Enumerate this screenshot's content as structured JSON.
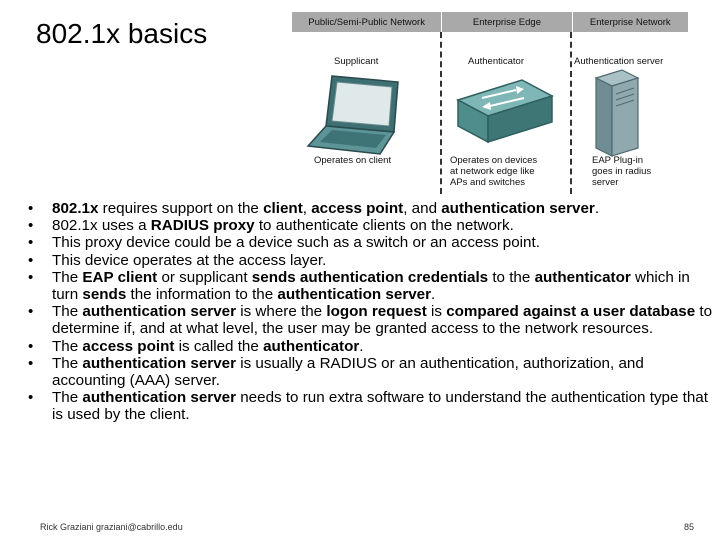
{
  "title": "802.1x basics",
  "diagram": {
    "zones": [
      "Public/Semi-Public Network",
      "Enterprise Edge",
      "Enterprise Network"
    ],
    "roles": [
      "Supplicant",
      "Authenticator",
      "Authentication server"
    ],
    "captions": {
      "client": "Operates on client",
      "authenticator": [
        "Operates on devices",
        "at network edge like",
        "APs and switches"
      ],
      "server": [
        "EAP Plug-in",
        "goes in radius",
        "server"
      ]
    }
  },
  "bullets": [
    [
      {
        "t": "802.1x",
        "b": true
      },
      {
        "t": " requires support on the "
      },
      {
        "t": "client",
        "b": true
      },
      {
        "t": ", "
      },
      {
        "t": "access point",
        "b": true
      },
      {
        "t": ", and "
      },
      {
        "t": "authentication server",
        "b": true
      },
      {
        "t": "."
      }
    ],
    [
      {
        "t": "802.1x uses a "
      },
      {
        "t": "RADIUS proxy",
        "b": true
      },
      {
        "t": " to authenticate clients on the network."
      }
    ],
    [
      {
        "t": "This proxy device could be a device such as a switch or an access point."
      }
    ],
    [
      {
        "t": "This device operates at the access layer."
      }
    ],
    [
      {
        "t": "The "
      },
      {
        "t": "EAP client",
        "b": true
      },
      {
        "t": " or supplicant "
      },
      {
        "t": "sends authentication credentials",
        "b": true
      },
      {
        "t": " to the "
      },
      {
        "t": "authenticator",
        "b": true
      },
      {
        "t": " which in turn "
      },
      {
        "t": "sends",
        "b": true
      },
      {
        "t": " the information to the "
      },
      {
        "t": "authentication server",
        "b": true
      },
      {
        "t": "."
      }
    ],
    [
      {
        "t": "The "
      },
      {
        "t": "authentication server",
        "b": true
      },
      {
        "t": " is where the "
      },
      {
        "t": "logon request",
        "b": true
      },
      {
        "t": " is "
      },
      {
        "t": "compared against a user database",
        "b": true
      },
      {
        "t": " to determine if, and at what level, the user may be granted access to the network resources."
      }
    ],
    [
      {
        "t": "The "
      },
      {
        "t": "access point",
        "b": true
      },
      {
        "t": " is called the "
      },
      {
        "t": "authenticator",
        "b": true
      },
      {
        "t": "."
      }
    ],
    [
      {
        "t": "The "
      },
      {
        "t": "authentication server",
        "b": true
      },
      {
        "t": " is usually a RADIUS or an authentication, authorization, and accounting (AAA) server."
      }
    ],
    [
      {
        "t": "The "
      },
      {
        "t": "authentication server",
        "b": true
      },
      {
        "t": " needs to run extra software to understand the authentication type that is used by the client."
      }
    ]
  ],
  "footer": "Rick Graziani graziani@cabrillo.edu",
  "page_number": "85",
  "colors": {
    "zone_bar": "#a9a9a9",
    "device_teal": "#4a8c8c",
    "server_gray": "#7f9aa0"
  },
  "icons": [
    "laptop-icon",
    "switch-icon",
    "server-icon"
  ]
}
